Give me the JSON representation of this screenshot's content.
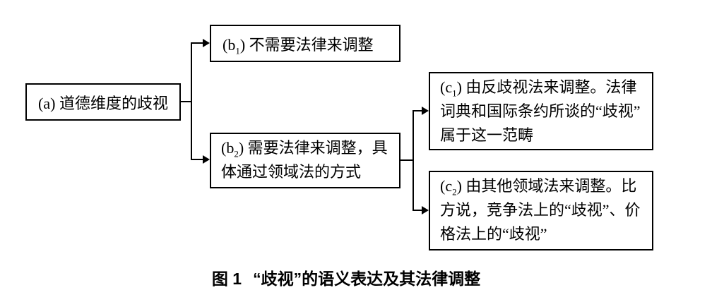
{
  "figure": {
    "caption_label": "图 1",
    "caption_title": "“歧视”的语义表达及其法律调整"
  },
  "nodes": {
    "a": {
      "prefix": "(a)",
      "sub": "",
      "suffix": "",
      "text": " 道德维度的歧视"
    },
    "b1": {
      "prefix": "(b",
      "sub": "1",
      "suffix": ")",
      "text": " 不需要法律来调整"
    },
    "b2": {
      "prefix": "(b",
      "sub": "2",
      "suffix": ")",
      "text": " 需要法律来调整，具\n体通过领域法的方式"
    },
    "c1": {
      "prefix": "(c",
      "sub": "1",
      "suffix": ")",
      "text": " 由反歧视法来调整。法律\n词典和国际条约所谈的“歧视”\n属于这一范畴"
    },
    "c2": {
      "prefix": "(c",
      "sub": "2",
      "suffix": ")",
      "text": " 由其他领域法来调整。比\n方说，竞争法上的“歧视”、价\n格法上的“歧视”"
    }
  },
  "colors": {
    "line": "#000000",
    "text": "#000000",
    "background": "#ffffff"
  }
}
